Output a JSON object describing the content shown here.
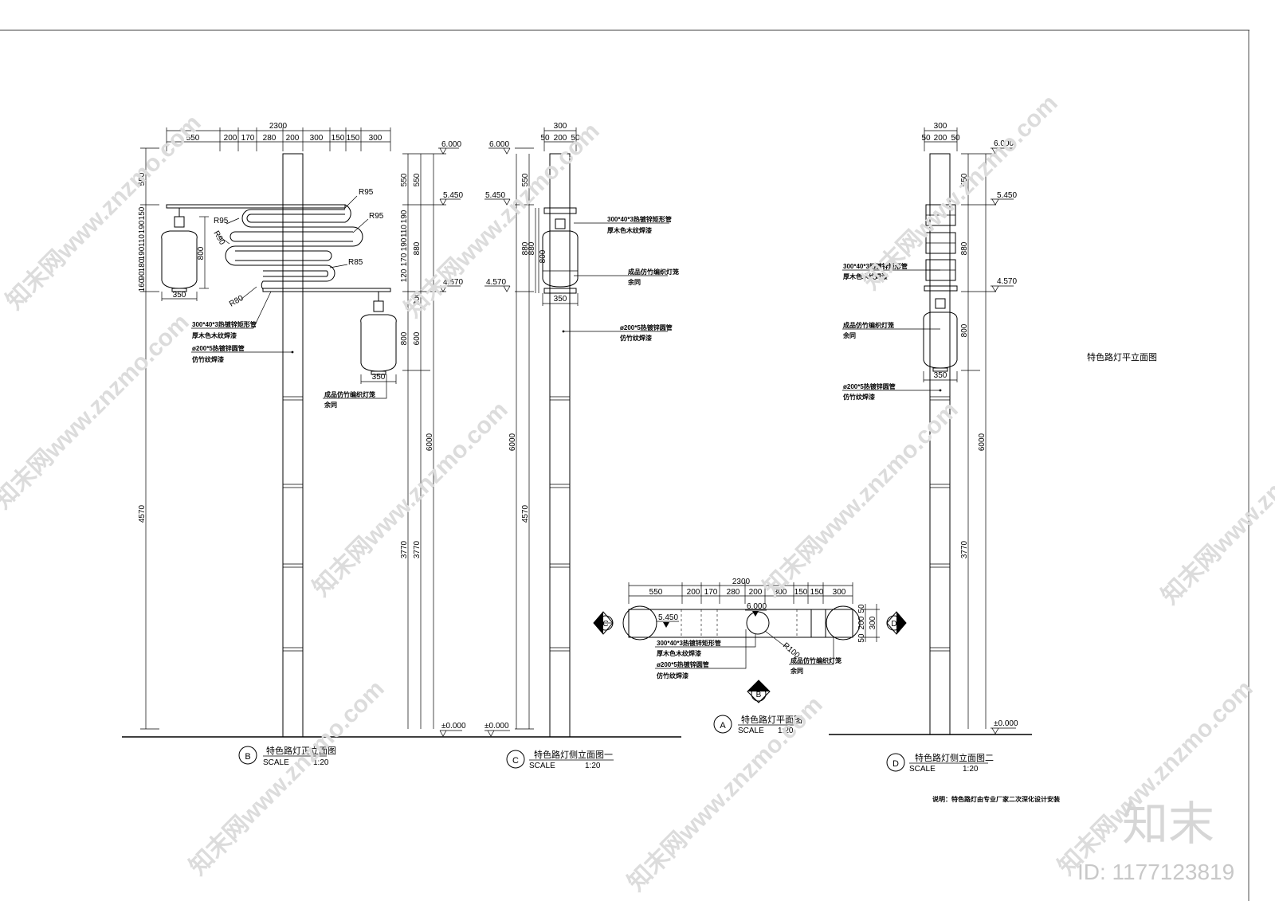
{
  "drawing": {
    "views": {
      "front": {
        "letter": "B",
        "title": "特色路灯正立面图",
        "scale_label": "SCALE",
        "scale_value": "1:20",
        "top_total": "2300",
        "top_dims": [
          "550",
          "200",
          "170",
          "280",
          "200",
          "300",
          "150",
          "150",
          "300"
        ],
        "left_dims": [
          "550",
          "150",
          "190",
          "110",
          "190",
          "180",
          "90",
          "160"
        ],
        "left_total": "4570",
        "lantern_height": "800",
        "lantern_width_1": "350",
        "lantern_width_2": "350",
        "radii": [
          "R95",
          "R95",
          "R95",
          "R90",
          "R85",
          "R80"
        ],
        "right_dims": [
          "550",
          "880",
          "200",
          "600",
          "800",
          "3770"
        ],
        "right_total": "6000",
        "right_dims_2": [
          "550",
          "190",
          "110",
          "190",
          "170",
          "120",
          "800",
          "3770"
        ],
        "levels": [
          "6.000",
          "5.450",
          "4.570",
          "±0.000"
        ],
        "note_rect_tube": "300*40*3热镀锌矩形管",
        "note_rect_tube_2": "厚木色木纹焊漆",
        "note_round_tube": "ø200*5热镀锌圆管",
        "note_round_tube_2": "仿竹纹焊漆",
        "note_lantern": "成品仿竹编织灯笼",
        "note_lantern_2": "余同"
      },
      "side1": {
        "letter": "C",
        "title": "特色路灯侧立面图一",
        "scale_label": "SCALE",
        "scale_value": "1:20",
        "top_total": "300",
        "top_dims": [
          "50",
          "200",
          "50"
        ],
        "levels": [
          "6.000",
          "5.450",
          "4.570",
          "±0.000"
        ],
        "left_dims": [
          "550",
          "880",
          "4570"
        ],
        "left_total": "6000",
        "inner_dims": [
          "880",
          "800"
        ],
        "lantern_width": "350",
        "note_rect_tube": "300*40*3热镀锌矩形管",
        "note_rect_tube_2": "厚木色木纹焊漆",
        "note_lantern": "成品仿竹编织灯笼",
        "note_lantern_2": "余同",
        "note_round_tube": "ø200*5热镀锌圆管",
        "note_round_tube_2": "仿竹纹焊漆"
      },
      "plan": {
        "letter": "A",
        "title": "特色路灯平面图",
        "scale_label": "SCALE",
        "scale_value": "1:20",
        "top_total": "2300",
        "top_dims": [
          "550",
          "200",
          "170",
          "280",
          "200",
          "300",
          "150",
          "150",
          "300"
        ],
        "right_dims": [
          "50",
          "200",
          "50"
        ],
        "right_total": "300",
        "levels": [
          "5.450",
          "6.000"
        ],
        "radius": "R100",
        "section_c": "C",
        "section_d": "D",
        "section_b": "B",
        "note_rect_tube": "300*40*3热镀锌矩形管",
        "note_rect_tube_2": "厚木色木纹焊漆",
        "note_round_tube": "ø200*5热镀锌圆管",
        "note_round_tube_2": "仿竹纹焊漆",
        "note_lantern": "成品仿竹编织灯笼",
        "note_lantern_2": "余同"
      },
      "side2": {
        "letter": "D",
        "title": "特色路灯侧立面图二",
        "scale_label": "SCALE",
        "scale_value": "1:20",
        "top_total": "300",
        "top_dims": [
          "50",
          "200",
          "50"
        ],
        "levels": [
          "6.000",
          "5.450",
          "4.570",
          "±0.000"
        ],
        "right_dims": [
          "550",
          "880",
          "800",
          "3770"
        ],
        "right_total": "6000",
        "lantern_width": "350",
        "note_rect_tube": "300*40*3热镀锌矩形管",
        "note_rect_tube_2": "厚木色木纹焊漆",
        "note_lantern": "成品仿竹编织灯笼",
        "note_lantern_2": "余同",
        "note_round_tube": "ø200*5热镀锌圆管",
        "note_round_tube_2": "仿竹纹焊漆"
      }
    },
    "side_label": "特色路灯平立面图",
    "footnote": "说明：特色路灯由专业厂家二次深化设计安装",
    "watermark": "知末网www.znzmo.com",
    "logo": "知末",
    "id_label": "ID: 1177123819"
  }
}
